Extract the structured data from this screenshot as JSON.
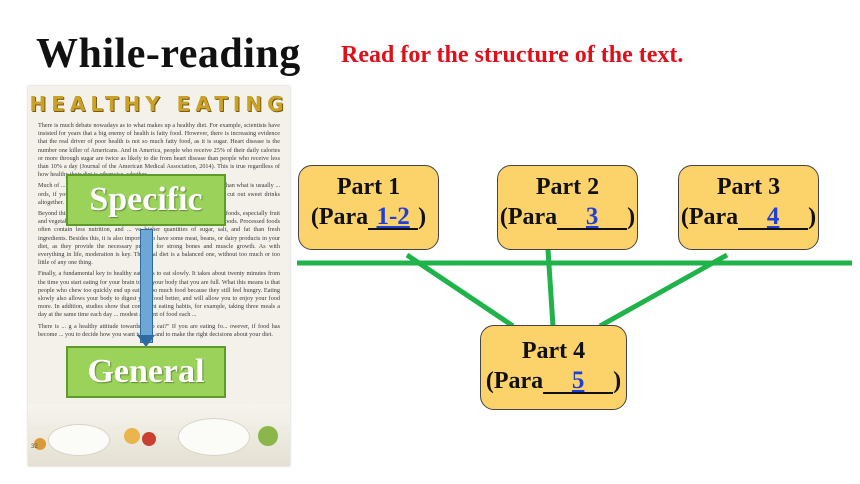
{
  "header": {
    "title": "While-reading",
    "subtitle": "Read for the structure of the text."
  },
  "article": {
    "title": "HEALTHY EATING",
    "paragraphs": [
      "There is much debate nowadays as to what makes up a healthy diet. For example, scientists have insisted for years that a big enemy of health is fatty food. However, there is increasing evidence that the real driver of poor health is not so much fatty food, as it is sugar. Heart disease is the number one killer of Americans. And in America, people who receive 25% of their daily calories or more through sugar are twice as likely to die from heart disease than people who receive less than 10% a day (Journal of the American Medical Association, 2014). This is true regardless of how healthy their diet is otherwise. whether",
      "Much of ... American gets 1/3 of his ... ation recommends that we ... s less than what is usually ... ords, if you want to be healthy, you have to cut down on desserts, and cut out sweet drinks altogether.",
      "Beyond this, you can keep healthy by ... many different categories of fresh foods, especially fruit and vegetables, which are full of ... amins and fibre, rather than processed foods. Processed foods often contain less nutrition, and ... ve higher quantities of sugar, salt, and fat than fresh ingredients. Besides this, it is also important to have some meat, beans, or dairy products in your diet, as they provide the necessary protein for strong bones and muscle growth. As with everything in life, moderation is key. The ideal diet is a balanced one, without too much or too little of any one thing.",
      "Finally, a fundamental key to healthy eating is to eat slowly. It takes about twenty minutes from the time you start eating for your brain to tell your body that you are full. What this means is that people who chew too quickly end up eating too much food because they still feel hungry. Eating slowly also allows your body to digest your food better, and will allow you to enjoy your food more. In addition, studies show that consistent eating habits, for example, taking three meals a day at the same time each day ... modest amount of food each ...",
      "There is ... g a healthy attitude towards ... to eat?\" If you are eating fo... owever, if food has become ... you to decide how you want to live, and to make the right decisions about your diet."
    ],
    "page_number": "32"
  },
  "labels": {
    "specific": "Specific",
    "general": "General"
  },
  "parts": [
    {
      "title": "Part 1",
      "prefix": "(Para",
      "answer": "1-2",
      "suffix": ")"
    },
    {
      "title": "Part 2",
      "prefix": "(Para",
      "answer": "3",
      "suffix": ")"
    },
    {
      "title": "Part 3",
      "prefix": "(Para",
      "answer": "4",
      "suffix": ")"
    },
    {
      "title": "Part 4",
      "prefix": "(Para",
      "answer": "5",
      "suffix": ")"
    }
  ],
  "colors": {
    "title": "#111111",
    "subtitle": "#e0101a",
    "part_fill": "#fbd36a",
    "connector": "#1fb34a",
    "answer": "#1f3fd9",
    "label_fill": "#9bd25a",
    "arrow": "#6fa6d8"
  }
}
